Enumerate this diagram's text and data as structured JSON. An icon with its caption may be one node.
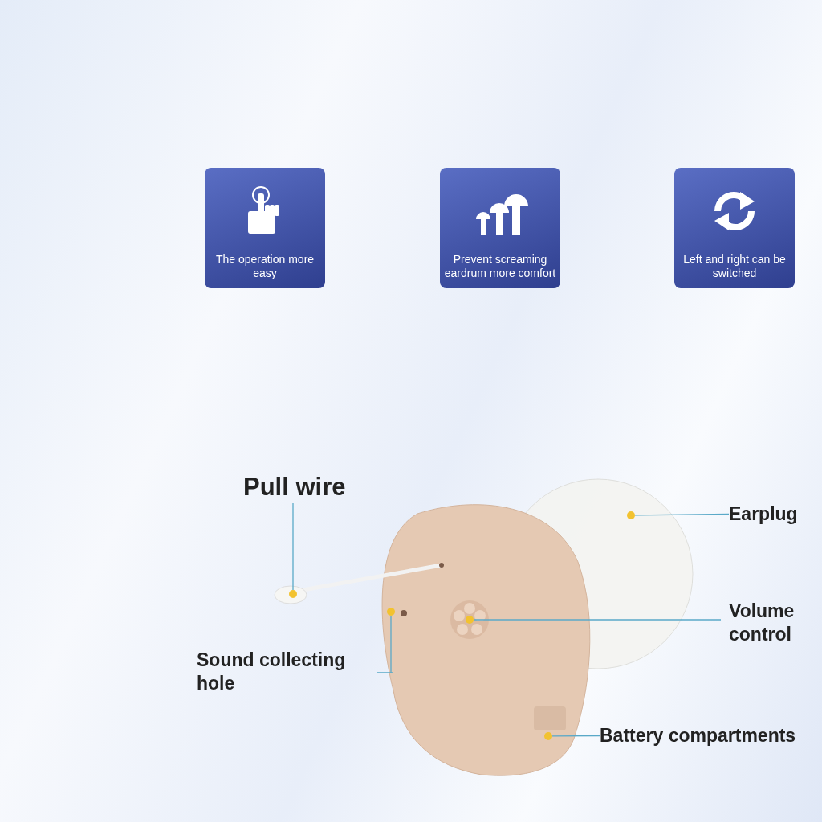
{
  "diagram": {
    "nodes": [
      {
        "text": [
          "The operation more easy"
        ]
      },
      {
        "text": [
          "Prevent screaming eardrum more comfort"
        ]
      },
      {
        "text": [
          "Left and right can be switched"
        ]
      },
      {
        "text": [
          "Pull wire"
        ]
      },
      {
        "text": [
          "Earplug"
        ]
      },
      {
        "text": [
          "Volume control"
        ]
      },
      {
        "text": [
          "Sound collecting hole"
        ]
      },
      {
        "text": [
          "Battery compartments"
        ]
      },
      {
        "text": [],
        "shape": "circle"
      },
      {
        "text": [],
        "shape": "circle"
      },
      {
        "text": [],
        "shape": "circle"
      },
      {
        "text": [],
        "shape": "circle"
      },
      {
        "text": [],
        "shape": "circle"
      }
    ],
    "edges": [
      {
        "from": 3,
        "to": 8,
        "arrow": "none"
      },
      {
        "from": 4,
        "to": 12,
        "arrow": "none"
      },
      {
        "from": 5,
        "to": 10,
        "arrow": "none"
      },
      {
        "from": 6,
        "to": 9,
        "arrow": "none"
      },
      {
        "from": 7,
        "to": 11,
        "arrow": "none"
      }
    ]
  }
}
